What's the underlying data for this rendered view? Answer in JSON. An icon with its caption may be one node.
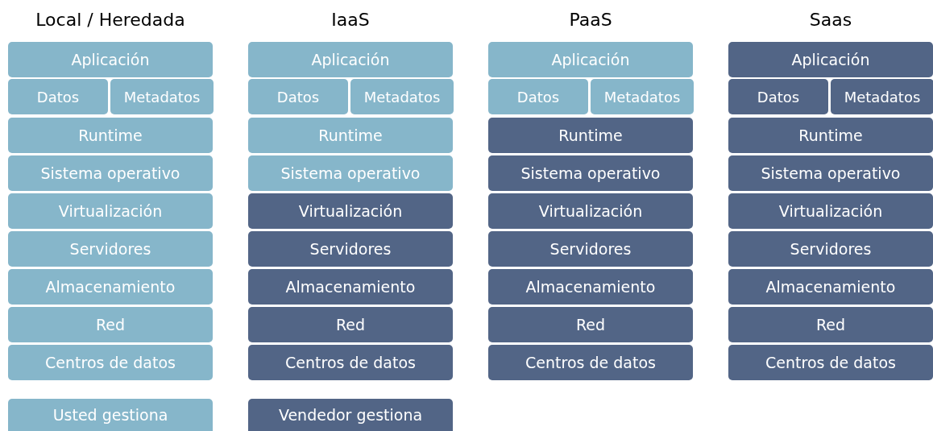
{
  "diagram": {
    "nodes": [
      {
        "text": [
          "Aplicación"
        ]
      },
      {
        "text": [
          "Datos"
        ]
      },
      {
        "text": [
          "Metadatos"
        ]
      },
      {
        "text": [
          "Runtime"
        ]
      },
      {
        "text": [
          "Sistema operativo"
        ]
      },
      {
        "text": [
          "Virtualización"
        ]
      },
      {
        "text": [
          "Servidores"
        ]
      },
      {
        "text": [
          "Almacenamiento"
        ]
      },
      {
        "text": [
          "Red"
        ]
      },
      {
        "text": [
          "Centros de datos"
        ]
      },
      {
        "text": [
          "Aplicación"
        ]
      },
      {
        "text": [
          "Datos"
        ]
      },
      {
        "text": [
          "Metadatos"
        ]
      },
      {
        "text": [
          "Runtime"
        ]
      },
      {
        "text": [
          "Sistema operativo"
        ]
      },
      {
        "text": [
          "Virtualización"
        ]
      },
      {
        "text": [
          "Servidores"
        ]
      },
      {
        "text": [
          "Almacenamiento"
        ]
      },
      {
        "text": [
          "Red"
        ]
      },
      {
        "text": [
          "Centros de datos"
        ]
      },
      {
        "text": [
          "Aplicación"
        ]
      },
      {
        "text": [
          "Datos"
        ]
      },
      {
        "text": [
          "Metadatos"
        ]
      },
      {
        "text": [
          "Runtime"
        ]
      },
      {
        "text": [
          "Sistema operativo"
        ]
      },
      {
        "text": [
          "Virtualización"
        ]
      },
      {
        "text": [
          "Servidores"
        ]
      },
      {
        "text": [
          "Almacenamiento"
        ]
      },
      {
        "text": [
          "Red"
        ]
      },
      {
        "text": [
          "Centros de datos"
        ]
      },
      {
        "text": [
          "Aplicación"
        ]
      },
      {
        "text": [
          "Datos"
        ]
      },
      {
        "text": [
          "Metadatos"
        ]
      },
      {
        "text": [
          "Runtime"
        ]
      },
      {
        "text": [
          "Sistema operativo"
        ]
      },
      {
        "text": [
          "Virtualización"
        ]
      },
      {
        "text": [
          "Servidores"
        ]
      },
      {
        "text": [
          "Almacenamiento"
        ]
      },
      {
        "text": [
          "Red"
        ]
      },
      {
        "text": [
          "Centros de datos"
        ]
      }
    ],
    "edges": [],
    "labels": [
      "Local / Heredada",
      "IaaS",
      "PaaS",
      "Saas"
    ],
    "legend": [
      {
        "text": "Usted gestiona",
        "color": "#86b6ca"
      },
      {
        "text": "Vendedor gestiona",
        "color": "#526586"
      }
    ]
  }
}
